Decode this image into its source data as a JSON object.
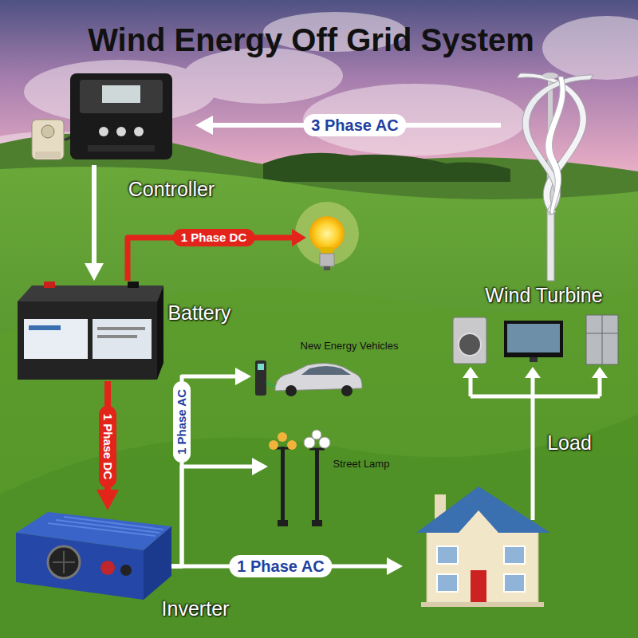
{
  "diagram": {
    "title": "Wind Energy Off Grid System",
    "nodes": [
      {
        "text": [
          "Wind Turbine"
        ]
      },
      {
        "text": [
          "Controller"
        ]
      },
      {
        "text": [
          "Battery"
        ]
      },
      {
        "text": [
          "New Energy Vehicles"
        ]
      },
      {
        "text": [
          "Street Lamp"
        ]
      },
      {
        "text": [
          "Inverter"
        ]
      },
      {
        "text": [
          "Load"
        ]
      }
    ],
    "edges": [
      {
        "from": 0,
        "to": 1,
        "label": "3 Phase AC",
        "arrow": "to"
      },
      {
        "from": 1,
        "to": 2,
        "arrow": "to"
      },
      {
        "from": 2,
        "to": 5,
        "label": "1 Phase DC",
        "arrow": "to"
      },
      {
        "from": 5,
        "to": 3,
        "label": "1 Phase AC",
        "arrow": "to"
      },
      {
        "from": 5,
        "to": 4,
        "arrow": "to"
      },
      {
        "from": 5,
        "to": 6,
        "label": "1 Phase AC",
        "arrow": "to"
      }
    ],
    "labels": [
      "1 Phase DC"
    ]
  }
}
